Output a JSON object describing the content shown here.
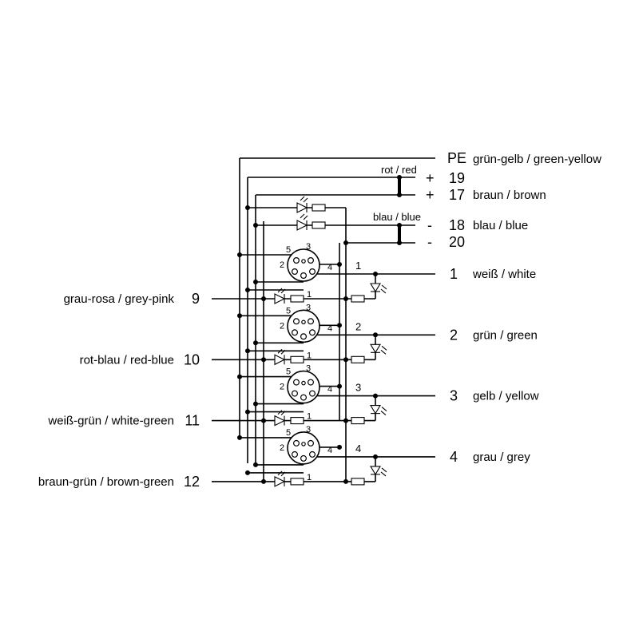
{
  "header_terminals": {
    "pe": {
      "code": "PE",
      "color": "grün-gelb / green-yellow"
    },
    "t19": {
      "sign": "+",
      "code": "19"
    },
    "t17": {
      "sign": "+",
      "code": "17",
      "color": "braun / brown"
    },
    "t18": {
      "sign": "-",
      "code": "18",
      "color": "blau / blue"
    },
    "t20": {
      "sign": "-",
      "code": "20"
    },
    "wire_rot": "rot / red",
    "wire_blau": "blau / blue"
  },
  "outputs": [
    {
      "code": "1",
      "color": "weiß  / white",
      "wire": "1"
    },
    {
      "code": "2",
      "color": "grün / green",
      "wire": "2"
    },
    {
      "code": "3",
      "color": "gelb / yellow",
      "wire": "3"
    },
    {
      "code": "4",
      "color": "grau  / grey",
      "wire": "4"
    }
  ],
  "inputs": [
    {
      "code": "9",
      "color": "grau-rosa / grey-pink"
    },
    {
      "code": "10",
      "color": "rot-blau / red-blue"
    },
    {
      "code": "11",
      "color": "weiß-grün / white-green"
    },
    {
      "code": "12",
      "color": "braun-grün / brown-green"
    }
  ],
  "connector_pins": [
    "1",
    "2",
    "3",
    "4",
    "5"
  ],
  "channel_count": 4
}
